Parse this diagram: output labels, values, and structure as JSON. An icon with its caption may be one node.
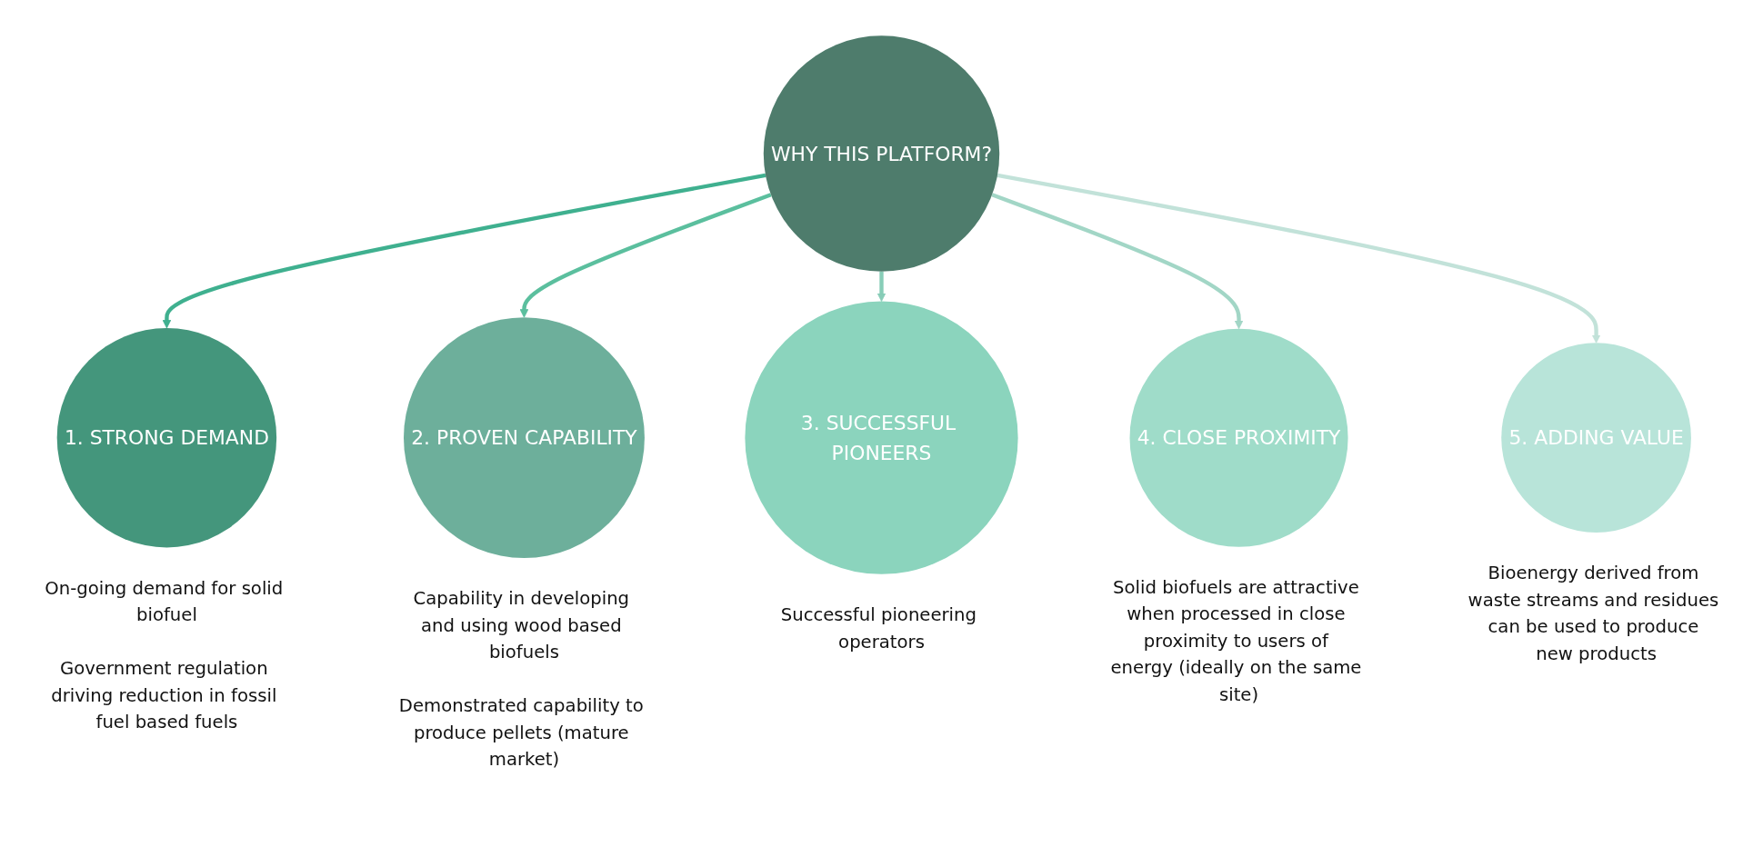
{
  "diagram": {
    "nodes": [
      {
        "text": [
          "1. STRONG DEMAND"
        ],
        "beside": [
          "On-going demand for solid biofuel",
          "Government regulation driving reduction in fossil fuel based fuels"
        ]
      },
      {
        "text": [
          "2. PROVEN CAPABILITY"
        ],
        "beside": [
          "Capability in developing and using wood based biofuels",
          "Demonstrated capability to produce pellets (mature market)"
        ]
      },
      {
        "text": [
          "3. SUCCESSFUL PIONEERS"
        ],
        "beside": [
          "Successful pioneering operators"
        ]
      },
      {
        "text": [
          "4. CLOSE PROXIMITY"
        ],
        "beside": [
          "Solid biofuels are attractive when processed in close proximity to users of energy (ideally on the same site)"
        ]
      },
      {
        "text": [
          "5. ADDING VALUE"
        ],
        "beside": [
          "Bioenergy derived from waste streams and residues can be used to produce new products"
        ]
      },
      {
        "text": [
          "WHY THIS PLATFORM?"
        ]
      }
    ],
    "edges": [
      {
        "from": 5,
        "to": 0,
        "arrow": "to",
        "color": "#3fb08f"
      },
      {
        "from": 5,
        "to": 1,
        "arrow": "to",
        "color": "#5bbf9e"
      },
      {
        "from": 5,
        "to": 2,
        "arrow": "to",
        "color": "#88cdb8"
      },
      {
        "from": 5,
        "to": 3,
        "arrow": "to",
        "color": "#a2d6c6"
      },
      {
        "from": 5,
        "to": 4,
        "arrow": "to",
        "color": "#c2e2d9"
      }
    ]
  }
}
